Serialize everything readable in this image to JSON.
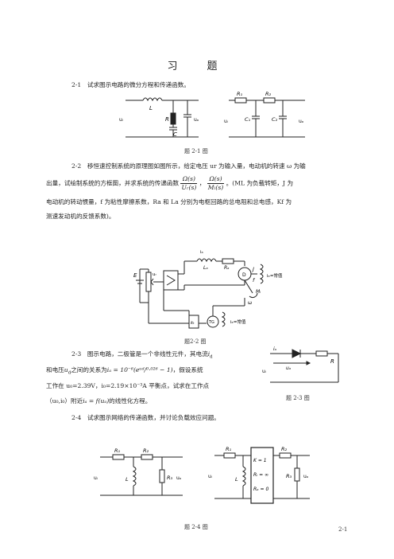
{
  "page_title": "习　题",
  "q1": {
    "text": "2-1　试求图示电路的微分方程和传递函数。",
    "figure_caption": "题 2-1 图",
    "left_circuit": {
      "inductor": "L",
      "resistor": "R",
      "capacitor": "C",
      "input": "uᵢ",
      "output": "uₒ"
    },
    "right_circuit": {
      "r1": "R₁",
      "r2": "R₂",
      "c1": "C₁",
      "c2": "C₂",
      "input": "uᵢ",
      "output": "uₒ"
    }
  },
  "q2": {
    "text_line1": "2-2　移恒速控制系统的原理图如图所示，给定电压 ur 为输入量，电动机的转速 ω 为输",
    "text_line2_pre": "出量，试绘制系统的方框图，并求系统的传递函数",
    "fraction1": {
      "num": "Ω(s)",
      "den": "Uᵣ(s)"
    },
    "sep": "，",
    "fraction2": {
      "num": "Ω(s)",
      "den": "Mₗ(s)"
    },
    "text_line2_post": "。(ML 为负载转矩，J 为",
    "text_line3": "电动机的转动惯量，f 为粘性摩擦系数，Ra 和 La 分别为电枢回路的总电阻和总电感，Kf 为",
    "text_line4": "测速发动机的反馈系数)。",
    "figure_caption": "题2-2 图",
    "labels": {
      "E": "E",
      "ur": "uᵣ",
      "La": "Lₐ",
      "Ra": "Rₐ",
      "ia": "iₐ",
      "D": "D",
      "J": "J",
      "f": "f",
      "ML": "Mₗ",
      "w": "ω",
      "if1": "iₑ=常值",
      "kt": "kₜ",
      "TG": "TG",
      "if2": "iₑ=常值"
    }
  },
  "q3": {
    "line1": "2-3　图示电路，二极管是一个非线性元件，其电流",
    "line1_var": "i",
    "line1_sub": "d",
    "line2_pre": "和电压",
    "line2_var": "u",
    "line2_sub": "d",
    "line2_mid": "之间的关系为",
    "equation": "iₐ = 10⁻⁶(eᵘᵈ/⁰·⁰²⁶ − 1)",
    "line2_post": "，假设系统",
    "line3": "工作在 u₀=2.39V，i₀=2.19×10⁻³A 平衡点，试求在工作点",
    "line4_pre": "（u₀,i₀）附近",
    "line4_eq": "iₐ = f(uₐ)",
    "line4_post": "的线性化方程。",
    "figure_caption": "题 2-3 图",
    "labels": {
      "id": "iₐ",
      "ud": "uₐ",
      "R": "R",
      "ui": "uᵢ"
    }
  },
  "q4": {
    "text": "2-4　试求图示网络的传递函数，并讨论负载效应问题。",
    "figure_caption": "题 2-4 图",
    "left_circuit": {
      "r1": "R₁",
      "r2": "R₂",
      "inductor": "L",
      "r3": "R₃",
      "input": "uᵢ",
      "output": "uₒ"
    },
    "right_circuit": {
      "r1": "R₁",
      "inductor": "L",
      "k": "K = 1",
      "ri": "Rᵢ = ∞",
      "ro": "Rₒ = 0",
      "r2": "R₂",
      "r3": "R₃",
      "input": "uᵢ",
      "output": "uₒ"
    }
  },
  "page_number": "2-1"
}
